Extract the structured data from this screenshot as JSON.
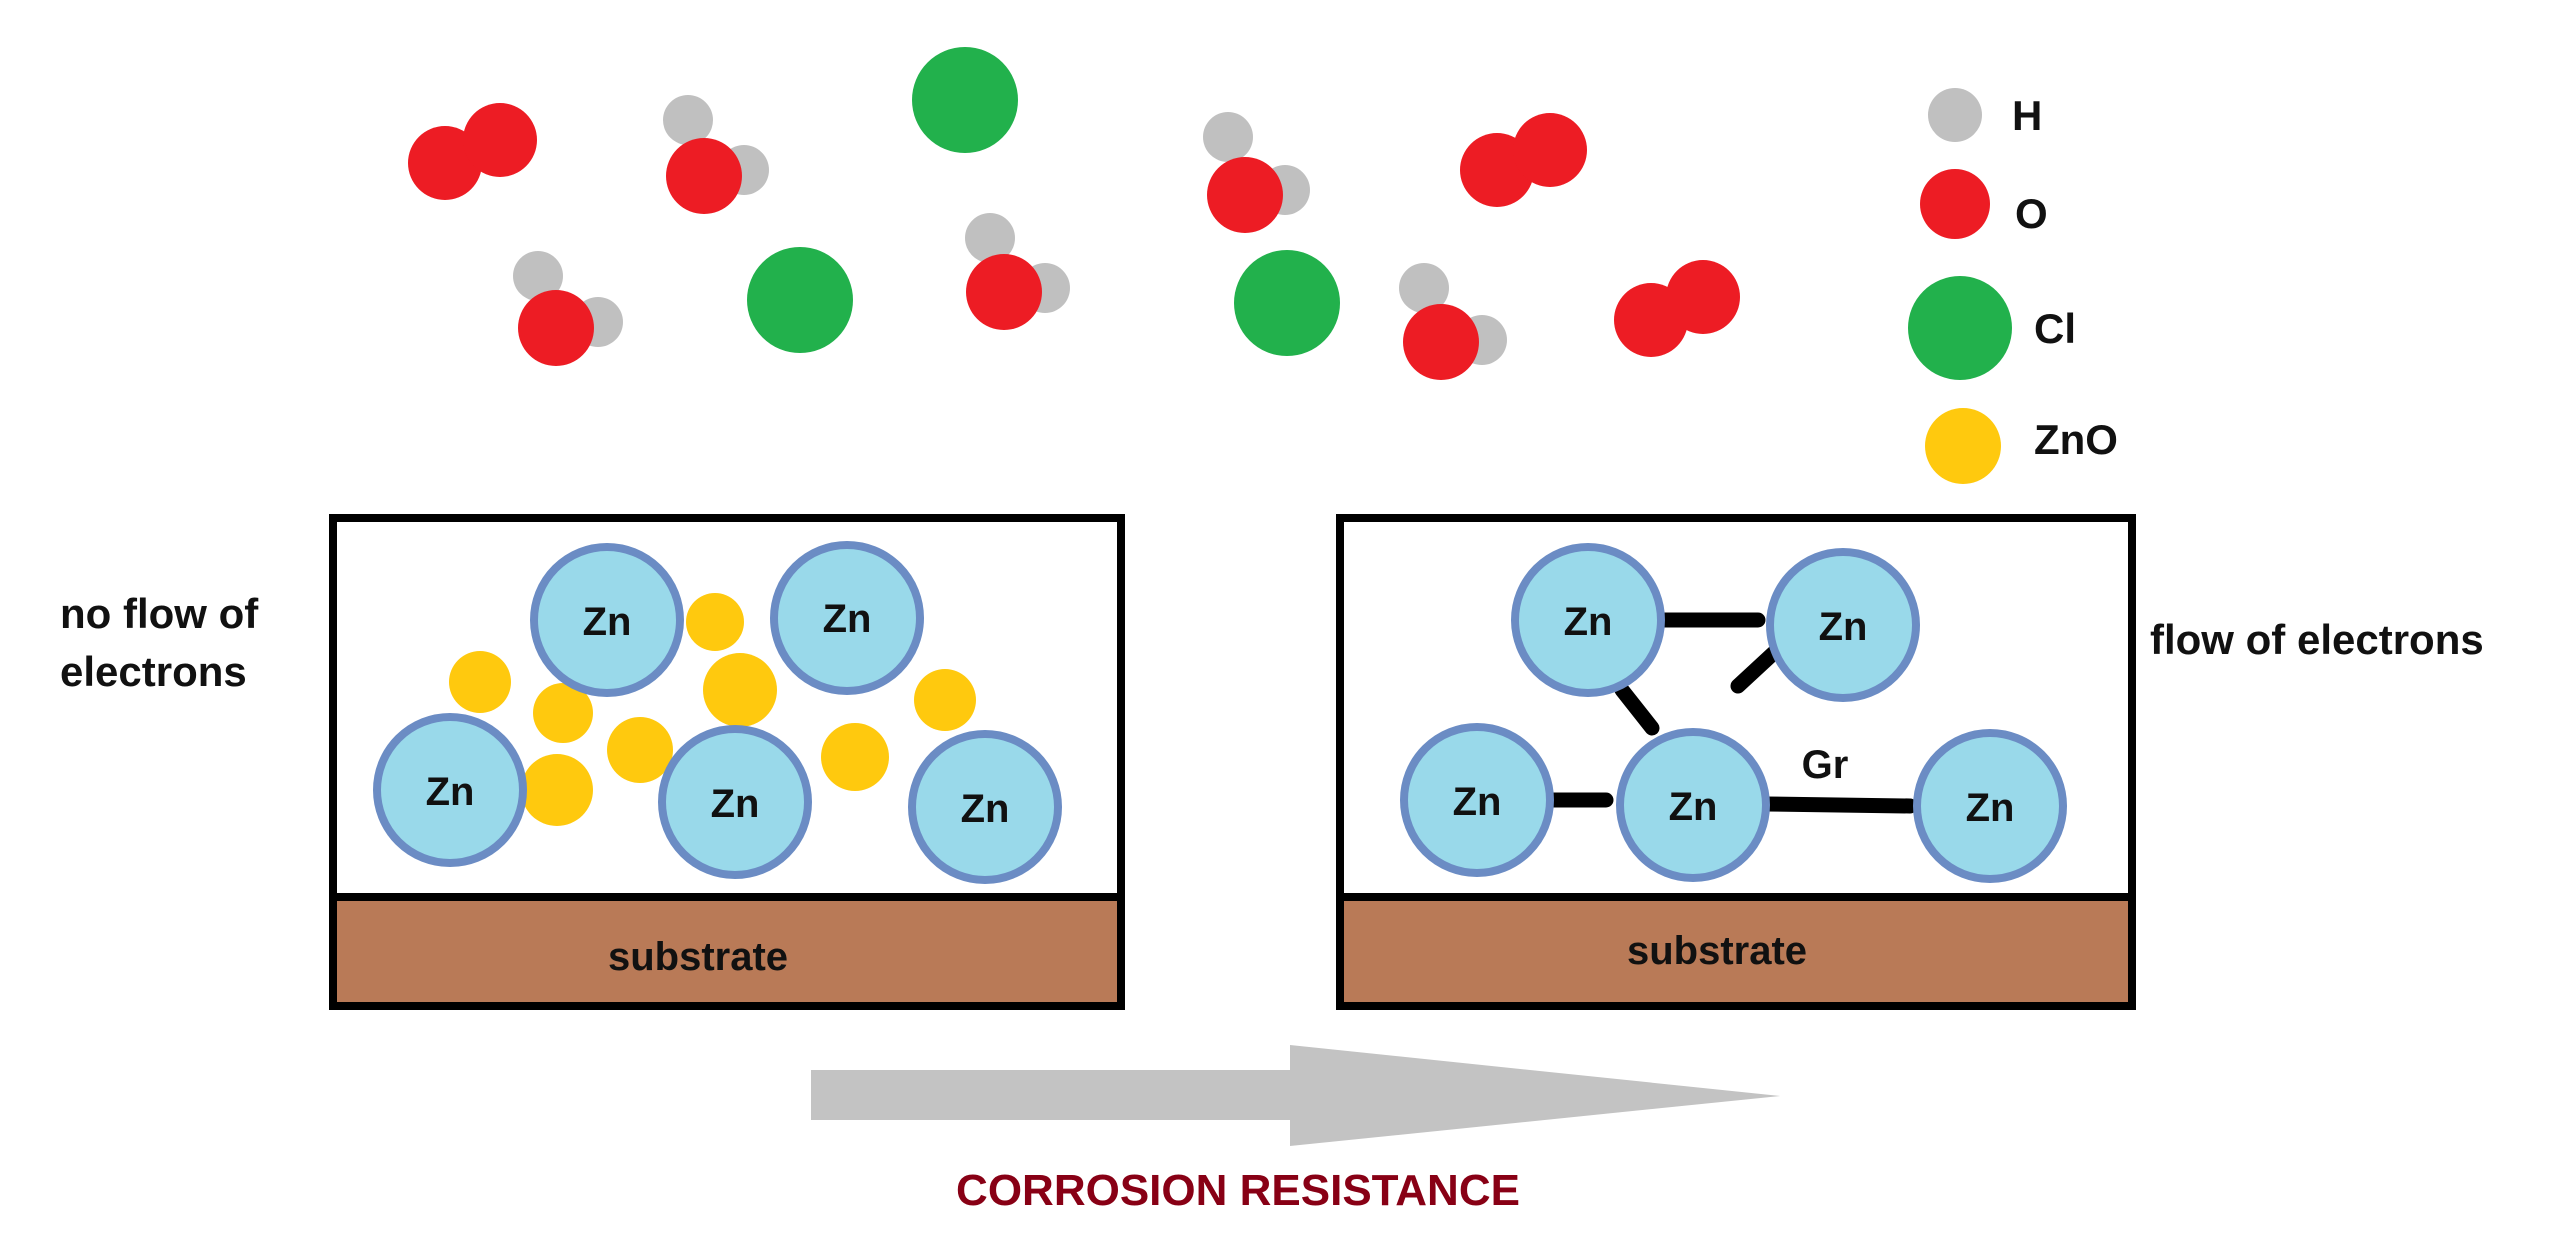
{
  "legend": {
    "items": [
      {
        "label": "H",
        "color": "#c0c0c0"
      },
      {
        "label": "O",
        "color": "#ed1c24"
      },
      {
        "label": "Cl",
        "color": "#22b14c"
      },
      {
        "label": "ZnO",
        "color": "#ffc90e"
      }
    ]
  },
  "left_panel": {
    "side_label_line1": "no flow of",
    "side_label_line2": "electrons",
    "zn_labels": [
      "Zn",
      "Zn",
      "Zn",
      "Zn",
      "Zn"
    ],
    "substrate_label": "substrate"
  },
  "right_panel": {
    "side_label": "flow of electrons",
    "zn_labels": [
      "Zn",
      "Zn",
      "Zn",
      "Zn",
      "Zn"
    ],
    "graphene_label": "Gr",
    "substrate_label": "substrate"
  },
  "arrow_caption": "CORROSION RESISTANCE",
  "colors": {
    "hydrogen": "#c0c0c0",
    "oxygen": "#ed1c24",
    "chlorine": "#22b14c",
    "zno": "#ffc90e",
    "zn_fill": "#99d9ea",
    "zn_stroke": "#6b8cc4",
    "substrate": "#b97a57",
    "arrow": "#c3c3c3",
    "caption": "#880015"
  }
}
